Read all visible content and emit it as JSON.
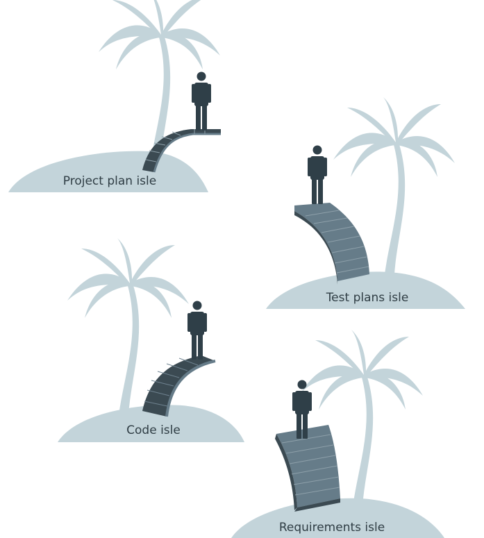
{
  "colors": {
    "island": "#c3d4da",
    "tree": "#c3d4da",
    "person": "#2f3f48",
    "bridge_dark": "#3b4a52",
    "bridge_light": "#667c89",
    "plank_line": "#8ea0aa",
    "text": "#2f3d44"
  },
  "islands": [
    {
      "id": "project-plan",
      "label": "Project plan isle",
      "icon": "palm-tree-icon"
    },
    {
      "id": "test-plans",
      "label": "Test plans isle",
      "icon": "palm-tree-icon"
    },
    {
      "id": "code",
      "label": "Code isle",
      "icon": "palm-tree-icon"
    },
    {
      "id": "requirements",
      "label": "Requirements isle",
      "icon": "palm-tree-icon"
    }
  ],
  "figure_icon": "person-icon",
  "bridge_icon": "bridge-ramp-icon"
}
